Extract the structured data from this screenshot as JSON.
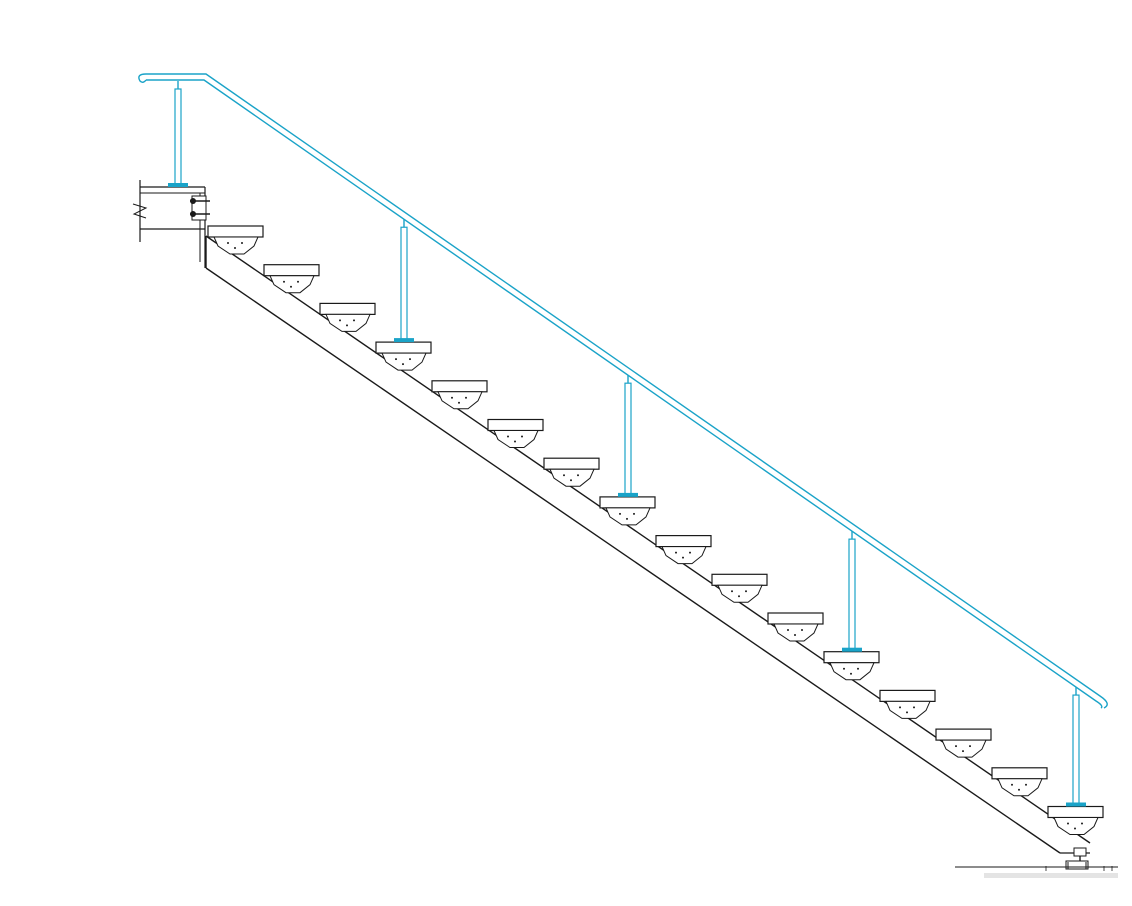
{
  "drawing": {
    "view": "stair-elevation",
    "tread_count": 16,
    "post_count": 5,
    "posts_at_tread_index": [
      3,
      7,
      11,
      15
    ],
    "colors": {
      "linework": "#1a1a1a",
      "handrail": "#1aa3c8",
      "background": "#ffffff"
    }
  }
}
